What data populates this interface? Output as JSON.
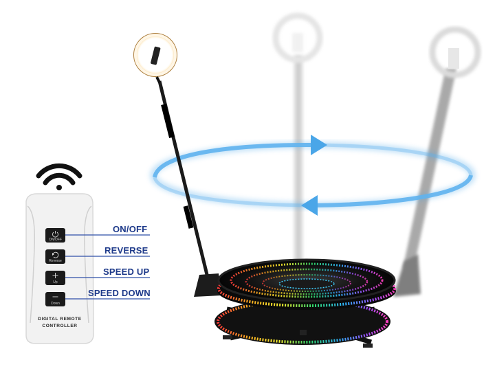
{
  "remote": {
    "title_line1": "DIGITAL REMOTE",
    "title_line2": "CONTROLLER",
    "buttons": [
      {
        "id": "onoff",
        "label": "ON/OFF",
        "callout": "ON/OFF",
        "icon": "power-icon"
      },
      {
        "id": "reverse",
        "label": "Reverse",
        "callout": "REVERSE",
        "icon": "reverse-icon"
      },
      {
        "id": "up",
        "label": "Up",
        "callout": "SPEED UP",
        "icon": "plus-icon"
      },
      {
        "id": "down",
        "label": "Down",
        "callout": "SPEED DOWN",
        "icon": "minus-icon"
      }
    ]
  },
  "colors": {
    "callout_text": "#1e3a8a",
    "callout_line": "#2f4fa8",
    "rotation_arrow": "#4aa6e8",
    "remote_body": "#f2f2f2",
    "button": "#1a1a1a"
  }
}
